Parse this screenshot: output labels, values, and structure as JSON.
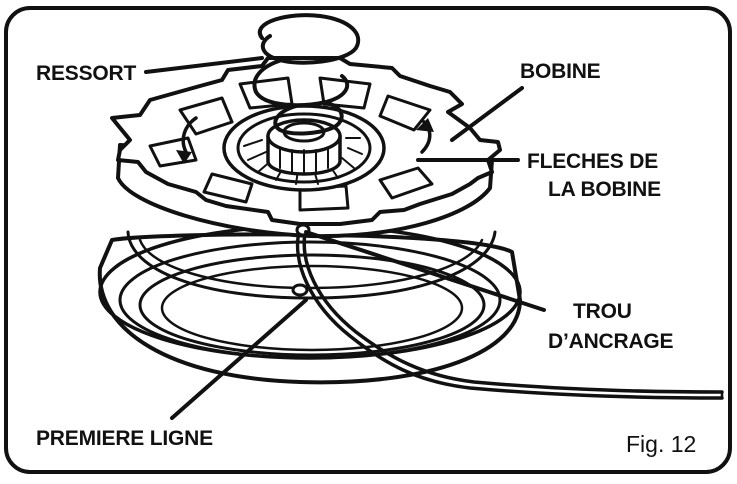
{
  "labels": {
    "ressort": "RESSORT",
    "bobine": "BOBINE",
    "fleches_line1": "FLECHES DE",
    "fleches_line2": "LA BOBINE",
    "trou_line1": "TROU",
    "trou_line2": "D’ANCRAGE",
    "premiere_ligne": "PREMIERE LIGNE"
  },
  "figure_number": "Fig. 12",
  "colors": {
    "ink": "#111111",
    "paper": "#ffffff"
  }
}
